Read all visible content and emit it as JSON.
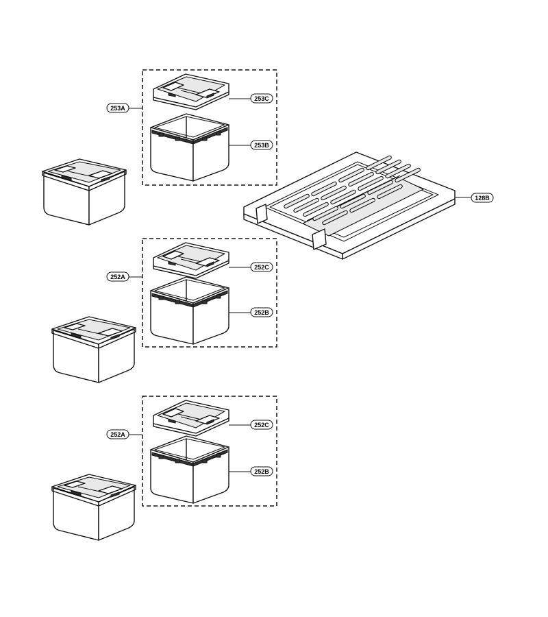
{
  "labels": {
    "shelf": "128B",
    "group_top": "253A",
    "top_lid": "253C",
    "top_box": "253B",
    "group_mid": "252A",
    "mid_lid": "252C",
    "mid_box": "252B",
    "group_bot": "252A",
    "bot_lid": "252C",
    "bot_box": "252B"
  }
}
